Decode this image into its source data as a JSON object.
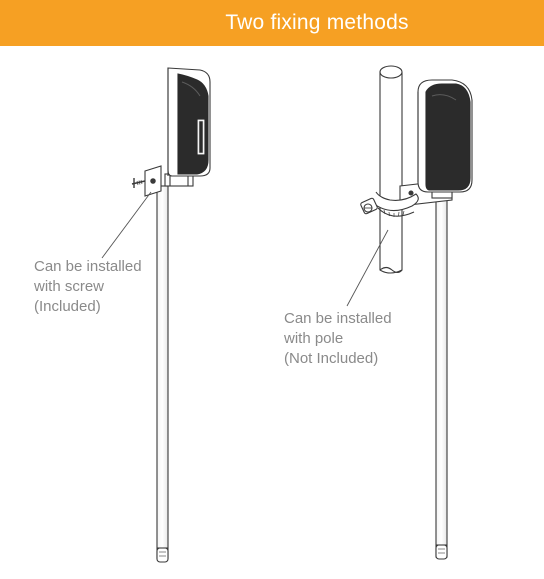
{
  "banner": {
    "title": "Two fixing methods",
    "color": "#F6A023"
  },
  "left_method": {
    "line1": "Can be installed",
    "line2": "with screw",
    "line3": "(Included)"
  },
  "right_method": {
    "line1": "Can be installed",
    "line2": "with pole",
    "line3": "(Not Included)"
  },
  "colors": {
    "text": "#8a8a8a",
    "stroke": "#3a3a3a",
    "device_dark": "#2b2b2b"
  }
}
